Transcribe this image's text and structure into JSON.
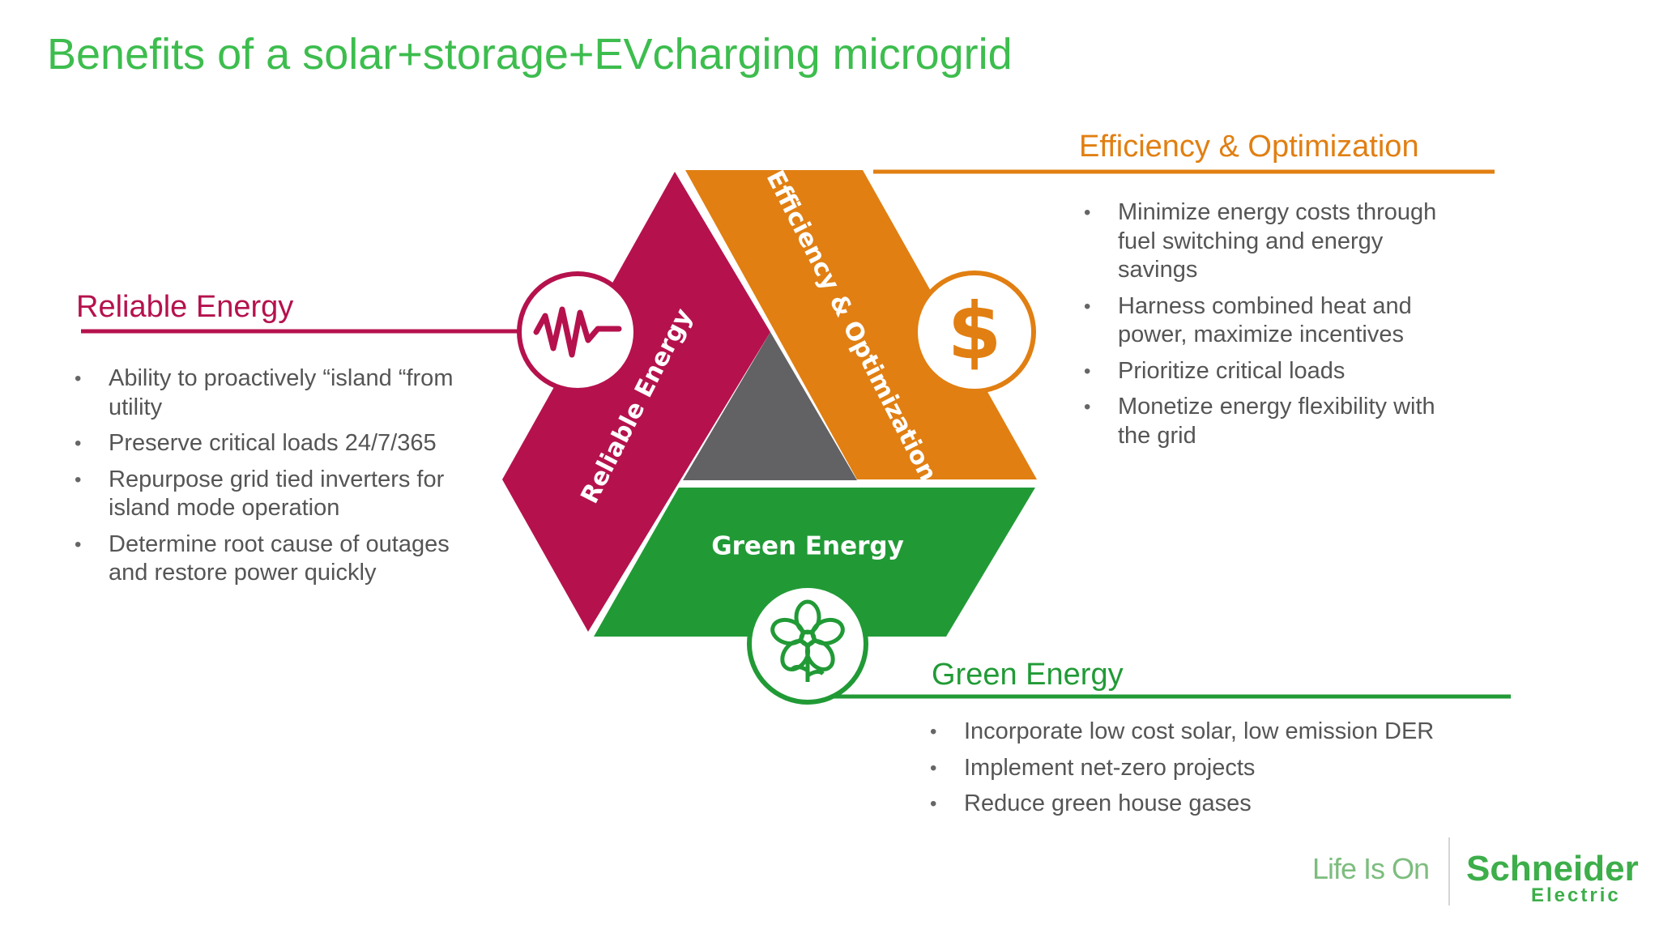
{
  "title": "Benefits of a solar+storage+EVcharging microgrid",
  "colors": {
    "title_green": "#3dbd4e",
    "reliable": "#b5124d",
    "efficiency": "#e17f12",
    "green": "#219a36",
    "center": "#626264",
    "text": "#555555"
  },
  "diagram": {
    "band_labels": {
      "reliable": "Reliable Energy",
      "efficiency": "Efficiency & Optimization",
      "green": "Green Energy"
    },
    "icons": {
      "reliable": "pulse-wave-icon",
      "efficiency": "dollar-icon",
      "green": "flower-icon"
    }
  },
  "sections": {
    "reliable": {
      "heading": "Reliable Energy",
      "bullets": [
        "Ability to proactively “island “from utility",
        "Preserve critical loads 24/7/365",
        "Repurpose grid tied inverters for island mode operation",
        "Determine root cause of outages and restore power quickly"
      ]
    },
    "efficiency": {
      "heading": "Efficiency & Optimization",
      "bullets": [
        "Minimize energy costs through fuel switching and energy savings",
        "Harness combined heat and power, maximize incentives",
        "Prioritize critical loads",
        "Monetize energy flexibility with the grid"
      ]
    },
    "green": {
      "heading": "Green Energy",
      "bullets": [
        "Incorporate  low cost solar, low emission DER",
        "Implement net-zero  projects",
        "Reduce green house gases"
      ]
    }
  },
  "brand": {
    "tagline": "Life Is On",
    "name": "Schneider",
    "sub": "Electric"
  }
}
